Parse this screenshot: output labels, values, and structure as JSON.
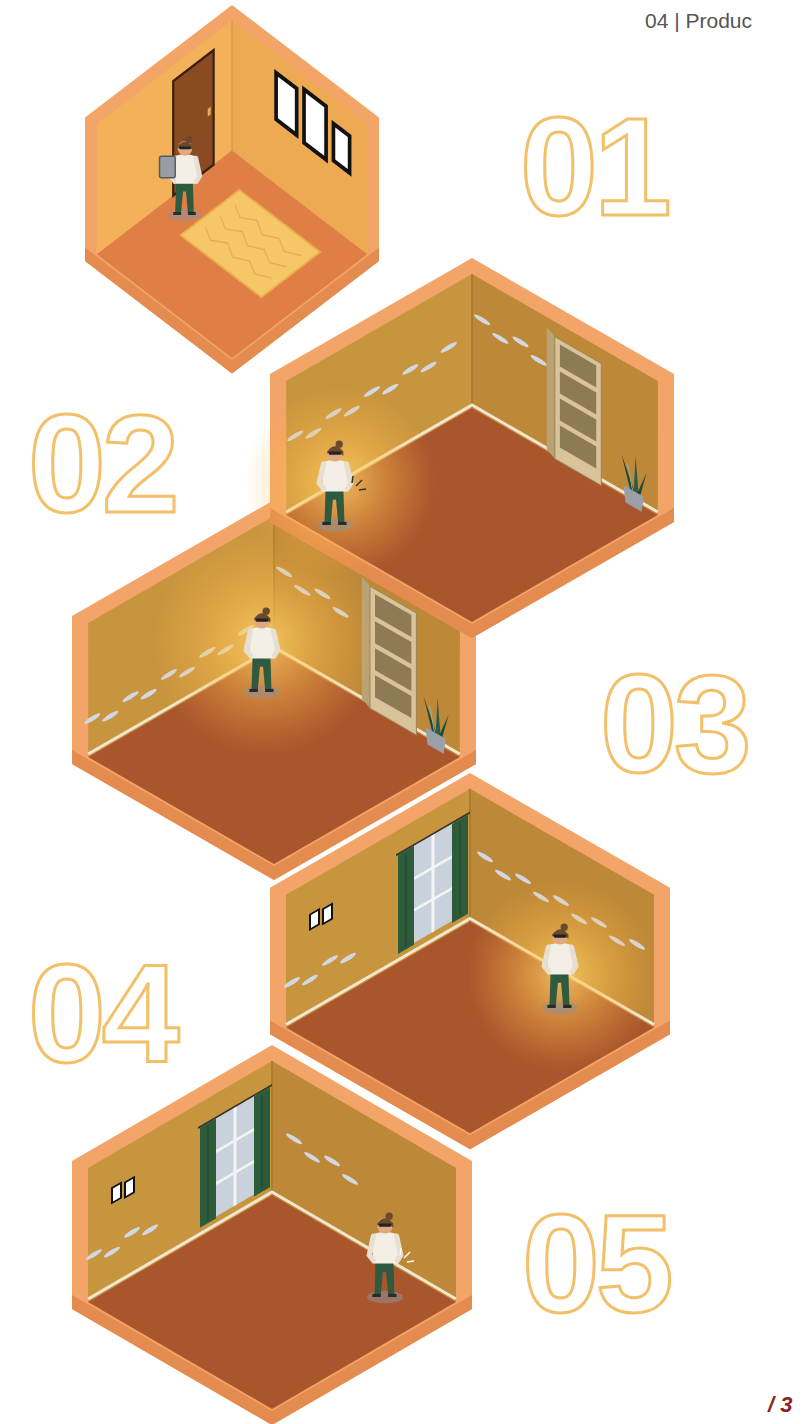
{
  "diagram": {
    "labels": [
      "04 | Produc",
      "01",
      "02",
      "03",
      "04",
      "05",
      "/ 3"
    ]
  }
}
